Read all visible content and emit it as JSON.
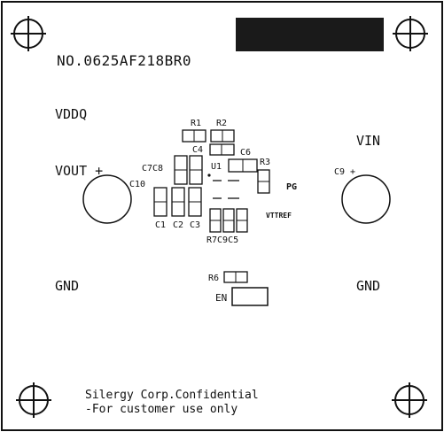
{
  "board": {
    "part_number": "NO.0625AF218BR0",
    "labels": {
      "vddq": "VDDQ",
      "vout": "VOUT +",
      "vin": "VIN",
      "gnd_left": "GND",
      "gnd_right": "GND",
      "pg": "PG",
      "vttref": "VTTREF",
      "en": "EN"
    },
    "components": {
      "r1": "R1",
      "r2": "R2",
      "r3": "R3",
      "r6": "R6",
      "c4": "C4",
      "c6": "C6",
      "c7c8": "C7C8",
      "c9": "C9 +",
      "c10": "C10",
      "u1": "U1",
      "c1": "C1",
      "c2": "C2",
      "c3": "C3",
      "r7c9c5": "R7C9C5"
    },
    "footer": {
      "line1": "Silergy Corp.Confidential",
      "line2": "-For customer use only"
    }
  }
}
